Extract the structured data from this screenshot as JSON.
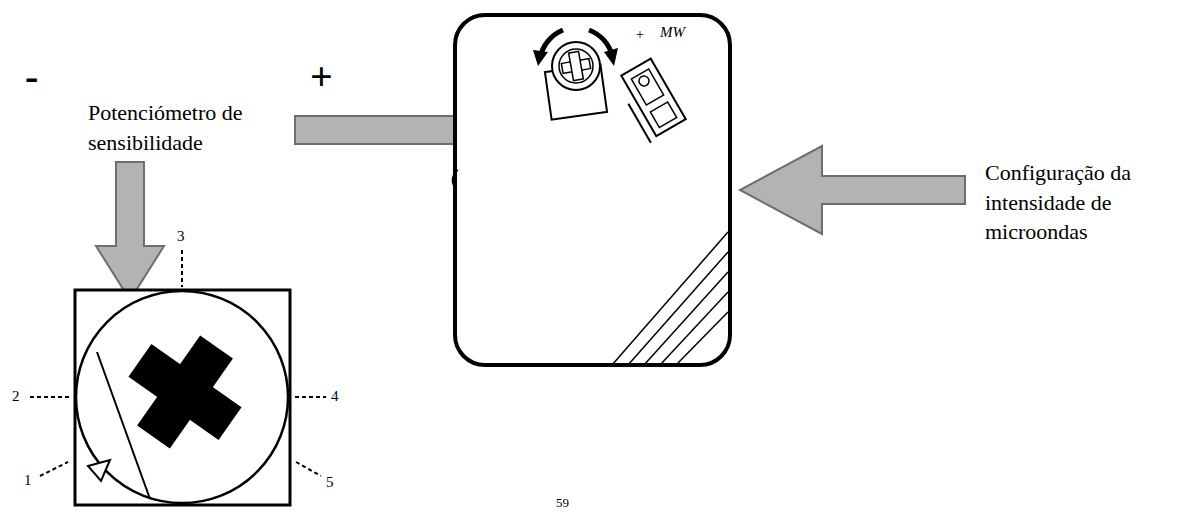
{
  "diagram": {
    "labels": [
      "Potenciómetro de sensibilidade",
      "Configuração da intensidade de microondas",
      "-",
      "+",
      "3",
      "2",
      "4",
      "1",
      "5",
      "59",
      "+",
      "MW"
    ]
  }
}
